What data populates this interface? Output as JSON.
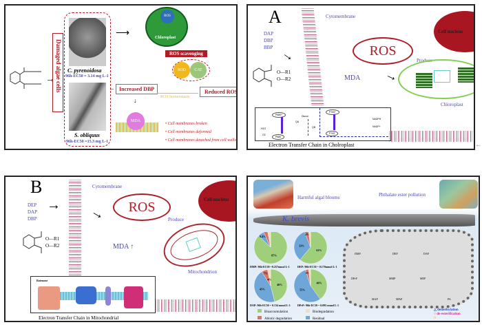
{
  "panel1": {
    "side_label": "Damaged algae cells",
    "species1": {
      "name": "C. pyrenoidosa",
      "ec50": "96h-EC50 = 3.14 mg L-1"
    },
    "species2": {
      "name": "S. obliquus",
      "ec50": "96h-EC50 =15.3 mg L-1"
    },
    "chloroplast_label": "Chloroplast",
    "ros_label": "ROS",
    "ros_scavenging": "ROS scavenging",
    "sod": "SOD",
    "cat": "CAT",
    "increased_dbp": "Increased DBP",
    "reduced_ros": "Reduced ROS",
    "ros_homeostasis": "ROS homeostasis",
    "mda": "MDA",
    "effects": [
      "Cell membranes broken",
      "Cell membranes deformed",
      "Cell membranes detached from cell walls"
    ]
  },
  "panel2": {
    "letter": "A",
    "cytomembrane": "Cytomembrane",
    "compounds": [
      "DAP",
      "DBP",
      "BBP"
    ],
    "r1": "O—R1",
    "r2": "O—R2",
    "ros": "ROS",
    "mda": "MDA",
    "produce": "Produce",
    "nucleus": "Cell nucleus",
    "organelle": "Chloroplast",
    "inset": {
      "p680s": "P680*",
      "p680": "P680",
      "p700s": "P700*",
      "p700": "P700",
      "diuron": "Diuron",
      "nadph": "NADPH",
      "nadp": "NADP+",
      "h2o": "H2O",
      "o2": "O2",
      "qa": "QA",
      "qb": "QB"
    },
    "caption": "Electron Transfer Chain in Cholroplast"
  },
  "panel3": {
    "letter": "B",
    "cytomembrane": "Cytomembrane",
    "compounds": [
      "DEP",
      "DAP",
      "DBP"
    ],
    "r1": "O—R1",
    "r2": "O—R2",
    "ros": "ROS",
    "mda": "MDA ↑",
    "produce": "Produce",
    "nucleus": "Cell nucleus",
    "organelle": "Mitochondrion",
    "inset_label": "Rotenone",
    "caption": "Electron Transfer Chain in Mitochondrial"
  },
  "panel4": {
    "blooms": "Harmful algal blooms",
    "pollution": "Phthalate ester pollution",
    "species": "K. brevis",
    "pies": [
      {
        "caption": "DMP: 96h-EC50 =0.257mmol L-1",
        "slices": [
          87,
          3,
          4,
          6
        ],
        "labels": [
          "87%",
          "",
          "",
          "6.4%"
        ]
      },
      {
        "caption": "DEP: 96h-EC50 = 0.170mmol L-1",
        "slices": [
          61,
          2,
          4,
          33
        ],
        "labels": [
          "61%",
          "",
          "4%",
          "33%"
        ]
      },
      {
        "caption": "DAP: 96h-EC50 = 0.134 mmol L-1",
        "slices": [
          46,
          3,
          6,
          45
        ],
        "labels": [
          "46%",
          "4%",
          "7%",
          "45%"
        ]
      },
      {
        "caption": "DPrP: 96h-EC50 = 0.095 mmol L-1",
        "slices": [
          40,
          2,
          3,
          55
        ],
        "labels": [
          "40%",
          "",
          "5%",
          "55%"
        ]
      }
    ],
    "legend": [
      {
        "label": "Bioaccumulation",
        "color": "#9fcf7a"
      },
      {
        "label": "Biodegradation",
        "color": "#f3dfc0"
      },
      {
        "label": "Abiotic degradation",
        "color": "#d9746a"
      },
      {
        "label": "Residual",
        "color": "#6fa6d8"
      }
    ],
    "pathway_legend": [
      {
        "symbol": "△",
        "label": "demethylation",
        "color": "#2a3fd0"
      },
      {
        "symbol": "○",
        "label": "de-esterification",
        "color": "#d02a8a"
      },
      {
        "symbol": "□",
        "label": "",
        "color": "#e0905a"
      }
    ],
    "compounds": [
      "DMP",
      "DEP",
      "DAP",
      "DPrP",
      "MMP",
      "MEP",
      "MAP",
      "MPrP",
      "PA"
    ]
  }
}
